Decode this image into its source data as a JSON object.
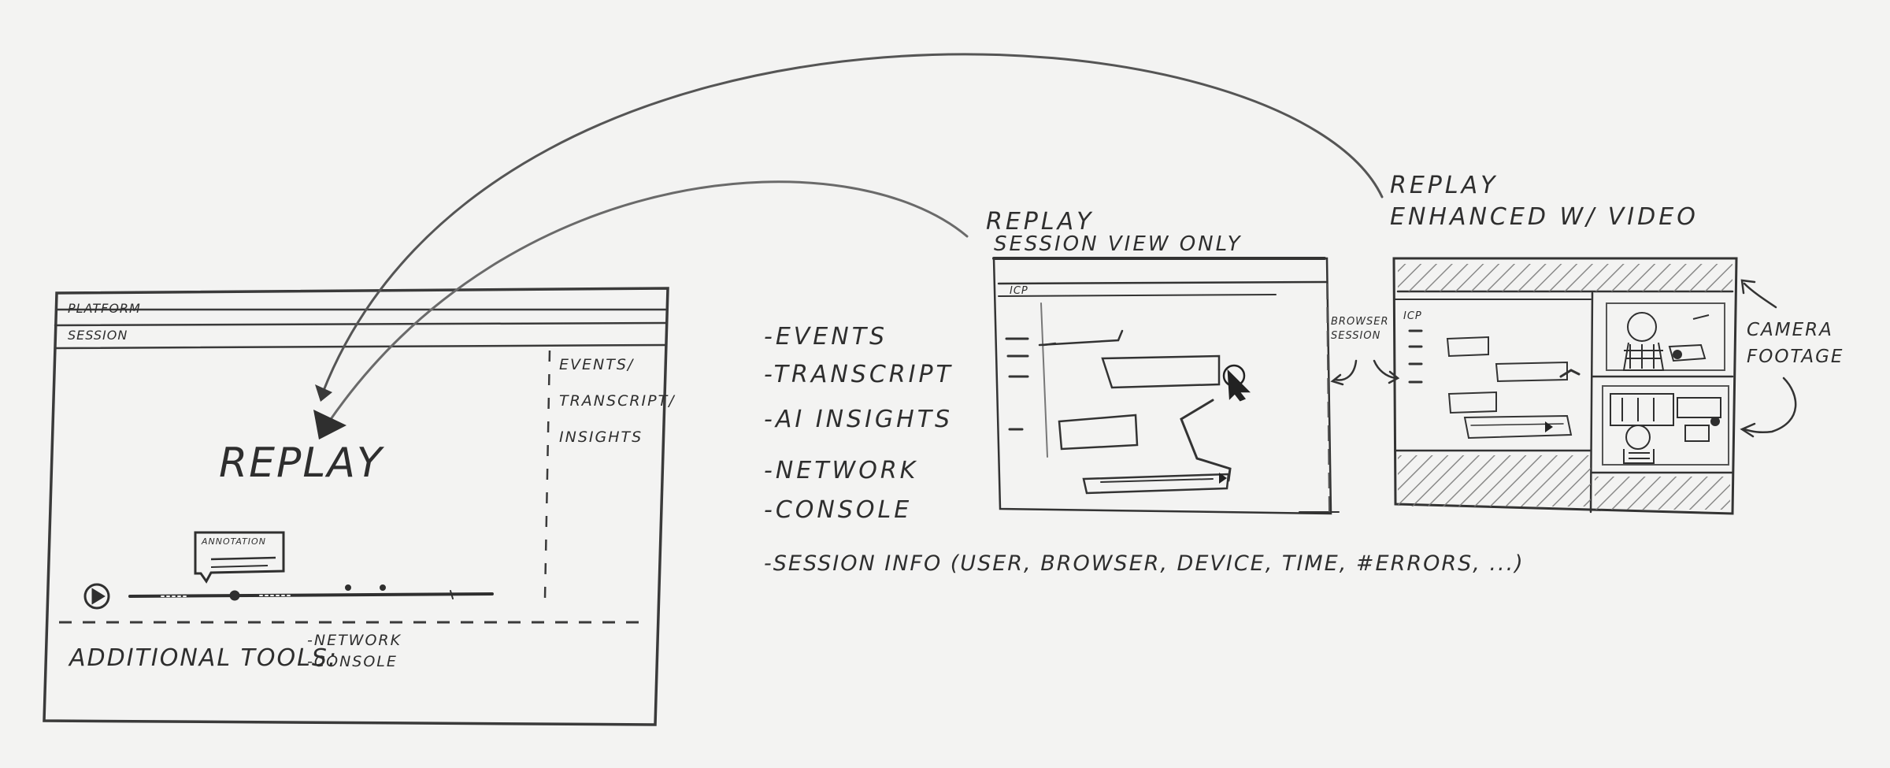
{
  "left_mockup": {
    "platform_label": "PLATFORM",
    "session_label": "SESSION",
    "replay_label": "REPLAY",
    "sidebar_lines": [
      "EVENTS/",
      "TRANSCRIPT/",
      "INSIGHTS"
    ],
    "annotation_label": "ANNOTATION",
    "tools_label": "ADDITIONAL TOOLS:",
    "tools_items": [
      "-NETWORK",
      "-CONSOLE"
    ]
  },
  "feature_list": {
    "items": [
      "-EVENTS",
      "-TRANSCRIPT",
      "-AI INSIGHTS",
      "-NETWORK",
      "-CONSOLE"
    ],
    "session_info": "-SESSION INFO (USER, BROWSER, DEVICE, TIME, #ERRORS, ...)"
  },
  "session_view": {
    "title_line1": "REPLAY",
    "title_line2": "SESSION VIEW ONLY",
    "tab_label": "ICP",
    "side_note": "BROWSER SESSION"
  },
  "enhanced_view": {
    "title_line1": "REPLAY",
    "title_line2": "ENHANCED W/ VIDEO",
    "tab_label": "ICP",
    "side_note": "CAMERA FOOTAGE"
  }
}
